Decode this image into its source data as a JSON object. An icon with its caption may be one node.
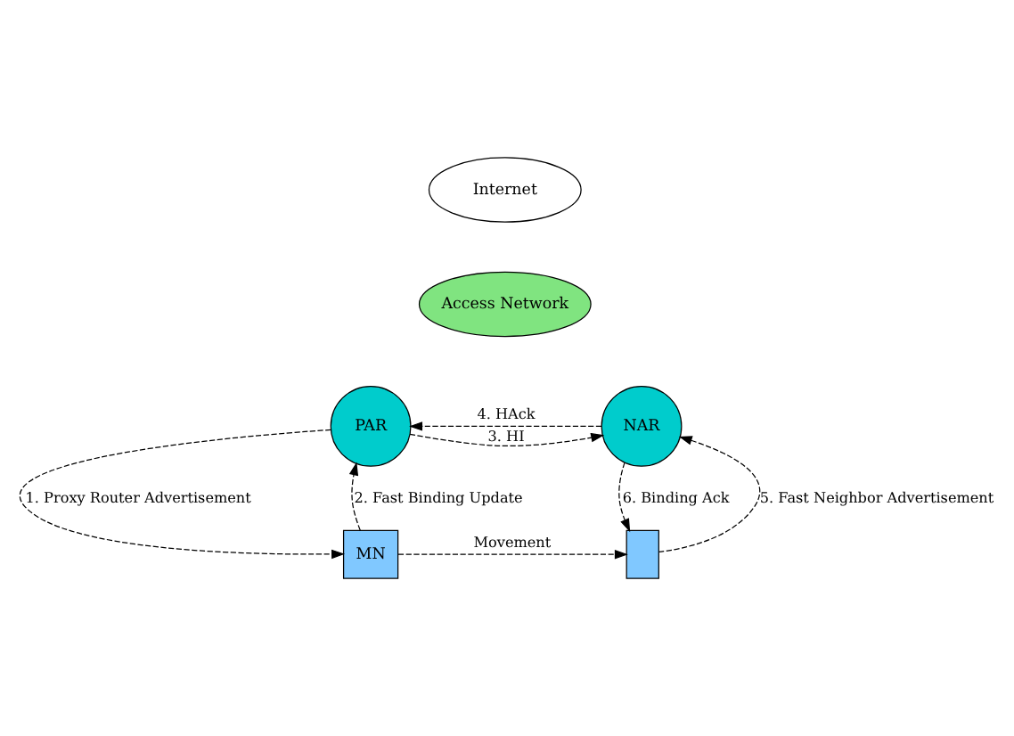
{
  "diagram": {
    "nodes": [
      {
        "text": [
          "Internet"
        ]
      },
      {
        "text": [
          "Access Network"
        ]
      },
      {
        "text": [
          "PAR"
        ]
      },
      {
        "text": [
          "NAR"
        ]
      },
      {
        "text": [
          "MN"
        ]
      },
      {
        "text": [],
        "shape": "box"
      }
    ],
    "edges": [
      {
        "from": 2,
        "to": 3,
        "arrow": "to",
        "label": "3. HI",
        "style": "dashed"
      },
      {
        "from": 3,
        "to": 2,
        "arrow": "to",
        "label": "4. HAck",
        "style": "dashed"
      },
      {
        "from": 2,
        "to": 4,
        "arrow": "to",
        "label": "1. Proxy Router Advertisement",
        "style": "dashed"
      },
      {
        "from": 4,
        "to": 2,
        "arrow": "to",
        "label": "2. Fast Binding Update",
        "style": "dashed"
      },
      {
        "from": 5,
        "to": 3,
        "arrow": "to",
        "label": "5. Fast Neighbor Advertisement",
        "style": "dashed"
      },
      {
        "from": 3,
        "to": 5,
        "arrow": "to",
        "label": "6. Binding Ack",
        "style": "dashed"
      },
      {
        "from": 4,
        "to": 5,
        "arrow": "to",
        "label": "Movement",
        "style": "dashed"
      }
    ]
  }
}
